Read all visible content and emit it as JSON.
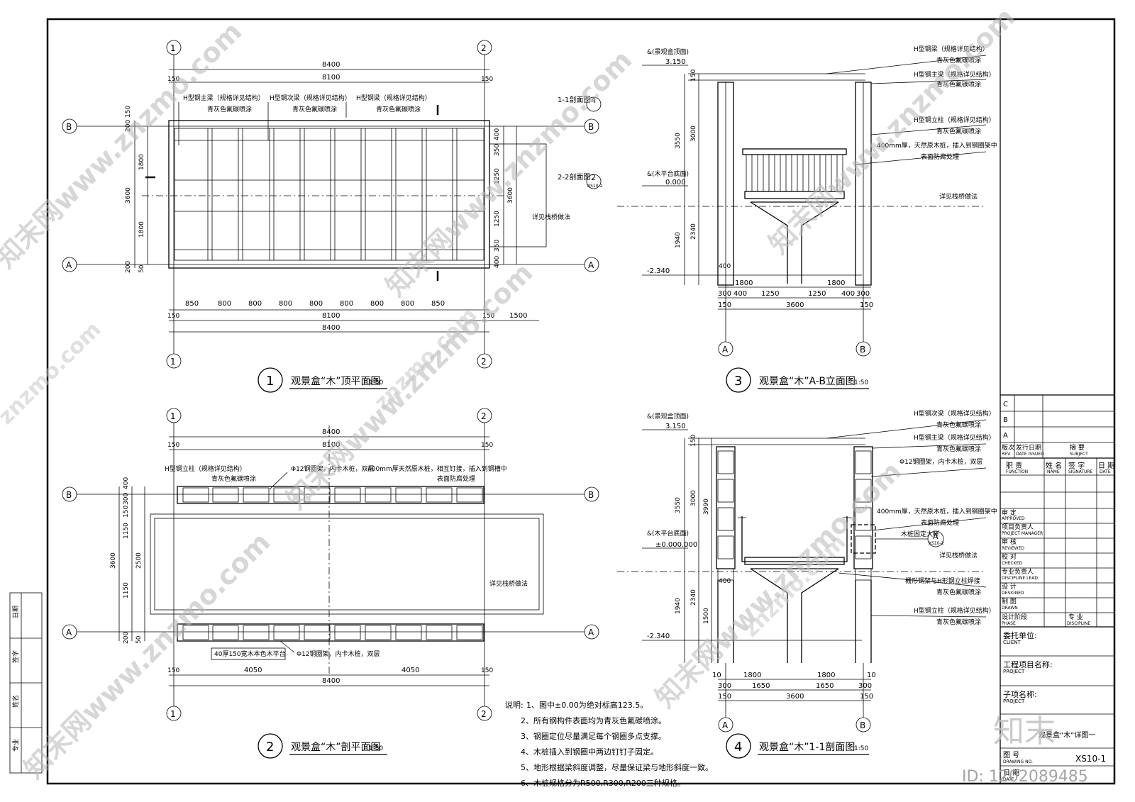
{
  "views": [
    {
      "num": "1",
      "title": "观景盒“木”顶平面图",
      "scale": "1:50"
    },
    {
      "num": "2",
      "title": "观景盒“木”剖平面图",
      "scale": "1:50"
    },
    {
      "num": "3",
      "title": "观景盒“木”A-B立面图",
      "scale": "1:50"
    },
    {
      "num": "4",
      "title": "观景盒“木”1-1剖面图",
      "scale": "1:50"
    }
  ],
  "grid": {
    "one": "1",
    "two": "2",
    "a": "A",
    "b": "B"
  },
  "plan1": {
    "dim_total": "8400",
    "dim_inner": "8100",
    "dim_side": "150",
    "bays": [
      "850",
      "800",
      "800",
      "800",
      "800",
      "800",
      "800",
      "800",
      "850"
    ],
    "dim_1500": "1500",
    "left_dims": [
      "200",
      "150",
      "1800",
      "3600",
      "1800",
      "200",
      "50"
    ],
    "right_dims": [
      "400",
      "350",
      "1250",
      "3600",
      "1250",
      "350",
      "400"
    ],
    "labels": [
      {
        "t1": "H型钢主梁（规格详见结构）",
        "t2": "青灰色氟碳喷涂"
      },
      {
        "t1": "H型钢次梁（规格详见结构）",
        "t2": "青灰色氟碳喷涂"
      },
      {
        "t1": "H型钢梁（规格详见结构）",
        "t2": "青灰色氟碳喷涂"
      }
    ],
    "section11": "1-1剖面图",
    "section11_ref": "4",
    "section22": "2-2剖面图",
    "section22_ref": "2",
    "section22_sheet": "XS10-2",
    "bridge": "详见栈桥做法"
  },
  "plan2": {
    "dim_total": "8400",
    "dim_inner": "8100",
    "dim_side": "150",
    "halves": [
      "4050",
      "4050"
    ],
    "left_dims": [
      "3600",
      "1150",
      "2500",
      "1150",
      "150",
      "300",
      "400",
      "200",
      "50"
    ],
    "labels": {
      "col": "H型钢立柱（规格详见结构）",
      "col2": "青灰色氟碳喷涂",
      "ring": "Φ12钢圈架，内卡木桩，双层",
      "wood": "400mm厚天然原木桩，相互钉接，插入到钢槽中",
      "wood2": "表面防腐处理",
      "deck": "40厚150宽木本色木平台",
      "ring2": "Φ12钢圈架，内卡木桩，双层",
      "bridge": "详见栈桥做法"
    }
  },
  "elev3": {
    "lv_top_tag": "&(景观盒顶面)",
    "lv_top": "3.150",
    "lv_deck_tag": "&(木平台底面)",
    "lv_deck": "0.000",
    "lv_bottom": "-2.340",
    "vdims": [
      "3550",
      "3000",
      "1940",
      "2340",
      "150",
      "400"
    ],
    "hdims_a": [
      "1800",
      "1800"
    ],
    "hdims_b": [
      "300",
      "400",
      "1250",
      "1250",
      "400",
      "300"
    ],
    "hdims_c": [
      "150",
      "3600",
      "150"
    ],
    "labels": [
      {
        "t1": "H型钢梁（规格详见结构）",
        "t2": "青灰色氟碳喷涂"
      },
      {
        "t1": "H型钢主梁（规格详见结构）",
        "t2": "青灰色氟碳喷涂"
      },
      {
        "t1": "H型钢立柱（规格详见结构）",
        "t2": "青灰色氟碳喷涂"
      },
      {
        "t1": "400mm厚，天然原木桩，插入到钢圈架中",
        "t2": "表面防腐处理"
      },
      {
        "t1": "详见栈桥做法",
        "t2": ""
      }
    ]
  },
  "sect4": {
    "lv_top_tag": "&(景观盒顶面)",
    "lv_top": "3.150",
    "lv_deck_tag": "&(木平台底面)",
    "lv_deck": "±0.000.000",
    "lv_bottom": "-2.340",
    "vdims": [
      "3550",
      "3000",
      "3990",
      "1940",
      "2340",
      "1500",
      "150",
      "400"
    ],
    "hdims_a": [
      "10",
      "1800",
      "1800",
      "10"
    ],
    "hdims_b": [
      "300",
      "1650",
      "1650",
      "300"
    ],
    "hdims_c": [
      "150",
      "3600",
      "150"
    ],
    "labels": [
      {
        "t1": "H型钢次梁（规格详见结构）",
        "t2": "青灰色氟碳喷涂"
      },
      {
        "t1": "H型钢主梁（规格详见结构）",
        "t2": "青灰色氟碳喷涂"
      },
      {
        "t1": "Φ12钢圈架，内卡木桩，双层",
        "t2": ""
      },
      {
        "t1": "400mm厚，天然原木桩，插入到钢圈架中",
        "t2": "表面防腐处理"
      },
      {
        "t1": "木桩固定大样",
        "t2": ""
      },
      {
        "t1": "详见栈桥做法",
        "t2": ""
      },
      {
        "t1": "栅形钢架与H形钢立柱焊接",
        "t2": "青灰色氟碳喷涂"
      },
      {
        "t1": "H型钢立柱（规格详见结构）",
        "t2": "青灰色氟碳喷涂"
      }
    ],
    "detail_ref": "A",
    "detail_sheet": "XS10-2"
  },
  "notes": {
    "head": "说明:",
    "items": [
      "1、图中±0.00为绝对标高123.5。",
      "2、所有钢构件表面均为青灰色氟碳喷涂。",
      "3、钢圈定位尽量满足每个钢圈多点支撑。",
      "4、木桩插入到钢圈中两边钉钉子固定。",
      "5、地形根据梁斜度调整，尽量保证梁与地形斜度一致。",
      "6、木桩规格分为R500,R300,R200三种规格。"
    ]
  },
  "titleblock": {
    "rev_rows": [
      "C",
      "B",
      "A"
    ],
    "rev_head": {
      "rev": "版次",
      "rev_en": "REV",
      "date": "发行日期",
      "date_en": "DATE ISSUED",
      "subj": "摘 要",
      "subj_en": "SUBJECT"
    },
    "role_head": {
      "fn": "职 责",
      "fn_en": "FUNCTION",
      "name": "姓 名",
      "name_en": "NAME",
      "sig": "签 字",
      "sig_en": "SIGNATURE",
      "date": "日 期",
      "date_en": "DATE"
    },
    "roles": [
      {
        "cn": "审 定",
        "en": "APPROVED"
      },
      {
        "cn": "项目负责人",
        "en": "PROJECT MANAGER"
      },
      {
        "cn": "审 核",
        "en": "REVIEWED"
      },
      {
        "cn": "校 对",
        "en": "CHECKED"
      },
      {
        "cn": "专业负责人",
        "en": "DISCIPLINE LEAD"
      },
      {
        "cn": "设 计",
        "en": "DESIGNED"
      },
      {
        "cn": "制 图",
        "en": "DRAWN"
      }
    ],
    "phase": {
      "cn": "设计阶段",
      "en": "PHASE",
      "disc": "专 业",
      "disc_en": "DISCIPLINE"
    },
    "client": {
      "cn": "委托单位:",
      "en": "CLIENT"
    },
    "project": {
      "cn": "工程项目名称:",
      "en": "PROJECT"
    },
    "subproject": {
      "cn": "子项名称:",
      "en": "PROJECT"
    },
    "drawing_title": "观景盒“木”详图一",
    "drawing_no": {
      "cn": "图 号",
      "en": "DRAWING NO.",
      "value": "XS10-1"
    },
    "date_row": {
      "cn": "日 期",
      "en": "DATE"
    }
  },
  "left_strip": [
    "专业",
    "姓名",
    "签字",
    "日期"
  ],
  "watermarks": {
    "site": "znzmo.com",
    "brand": "知末网www.znzmo.com",
    "logo": "知末",
    "id": "ID: 1202089485"
  }
}
